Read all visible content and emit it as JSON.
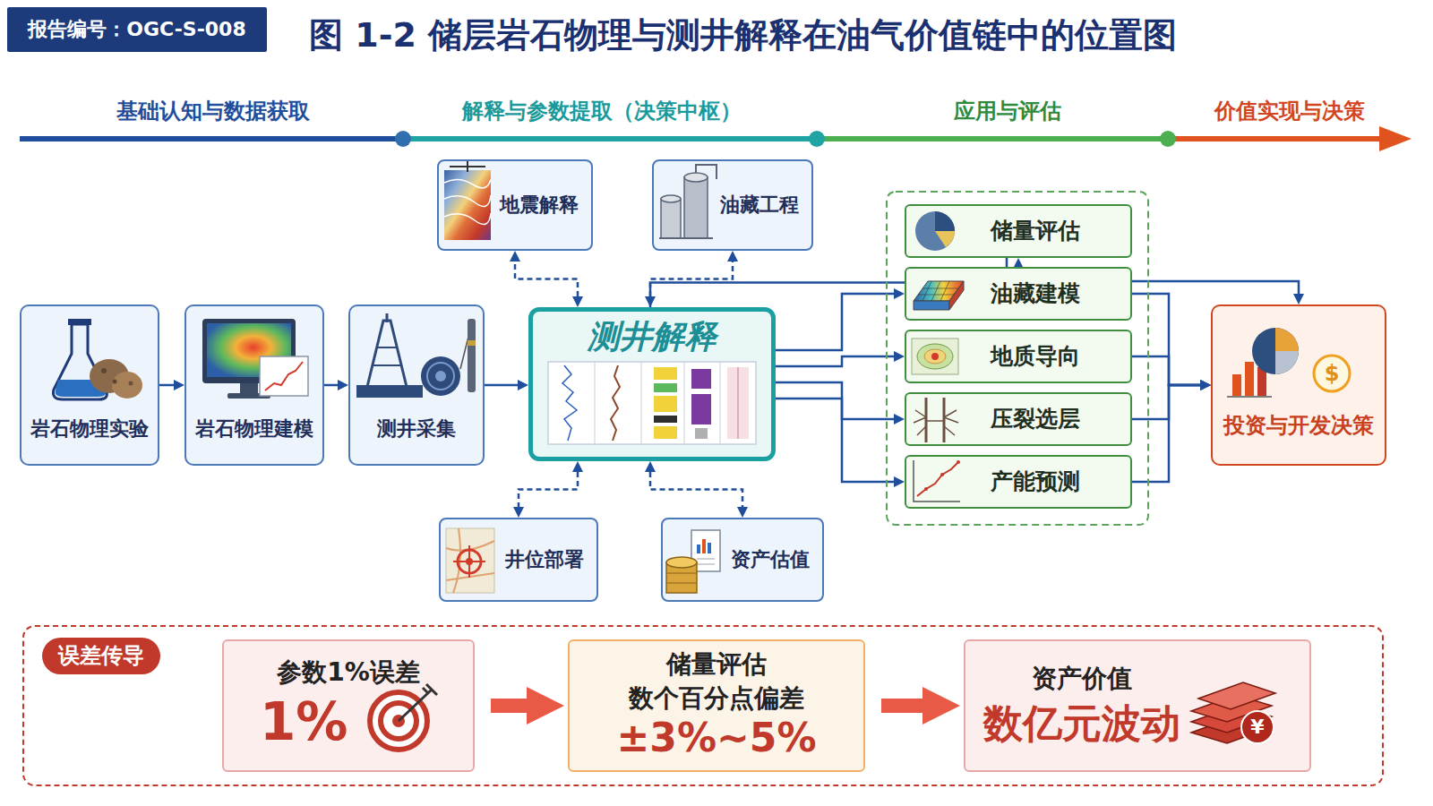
{
  "diagram": {
    "title": "图 1-2 储层岩石物理与测井解释在油气价值链中的位置图",
    "nodes": [
      {
        "text": [
          "报告编号：OGC-S-008"
        ]
      },
      {
        "text": [
          "岩石物理实验"
        ]
      },
      {
        "text": [
          "岩石物理建模"
        ]
      },
      {
        "text": [
          "测井采集"
        ]
      },
      {
        "text": [
          "测井解释"
        ]
      },
      {
        "text": [
          "地震解释"
        ]
      },
      {
        "text": [
          "油藏工程"
        ]
      },
      {
        "text": [
          "井位部署"
        ]
      },
      {
        "text": [
          "资产估值"
        ]
      },
      {
        "text": [
          "储量评估"
        ]
      },
      {
        "text": [
          "油藏建模"
        ]
      },
      {
        "text": [
          "地质导向"
        ]
      },
      {
        "text": [
          "压裂选层"
        ]
      },
      {
        "text": [
          "产能预测"
        ]
      },
      {
        "text": [
          "投资与开发决策"
        ]
      },
      {
        "text": [
          "误差传导"
        ]
      },
      {
        "text": [
          "参数1%误差",
          "1%"
        ],
        "in": 15
      },
      {
        "text": [
          "储量评估",
          "数个百分点偏差",
          "±3%~5%"
        ],
        "in": 15
      },
      {
        "text": [
          "资产价值",
          "数亿元波动"
        ],
        "in": 15
      }
    ],
    "edges": [
      {
        "from": 1,
        "to": 2,
        "arrow": "to"
      },
      {
        "from": 2,
        "to": 3,
        "arrow": "to"
      },
      {
        "from": 3,
        "to": 4,
        "arrow": "to"
      },
      {
        "from": 4,
        "to": 5,
        "arrow": "both"
      },
      {
        "from": 4,
        "to": 6,
        "arrow": "both"
      },
      {
        "from": 4,
        "to": 7,
        "arrow": "both"
      },
      {
        "from": 4,
        "to": 8,
        "arrow": "both"
      },
      {
        "from": 4,
        "to": 9,
        "arrow": "to"
      },
      {
        "from": 4,
        "to": 10,
        "arrow": "to"
      },
      {
        "from": 4,
        "to": 11,
        "arrow": "to"
      },
      {
        "from": 4,
        "to": 12,
        "arrow": "to"
      },
      {
        "from": 4,
        "to": 13,
        "arrow": "to"
      },
      {
        "from": 9,
        "to": 14,
        "arrow": "to"
      },
      {
        "from": 10,
        "to": 14,
        "arrow": "to"
      },
      {
        "from": 11,
        "to": 14,
        "arrow": "to"
      },
      {
        "from": 12,
        "to": 14,
        "arrow": "to"
      },
      {
        "from": 13,
        "to": 14,
        "arrow": "to"
      },
      {
        "from": 16,
        "to": 17,
        "arrow": "to"
      },
      {
        "from": 17,
        "to": 18,
        "arrow": "to"
      }
    ],
    "labels": [
      "基础认知与数据获取",
      "解释与参数提取（决策中枢）",
      "应用与评估",
      "价值实现与决策",
      "$",
      "¥"
    ]
  }
}
